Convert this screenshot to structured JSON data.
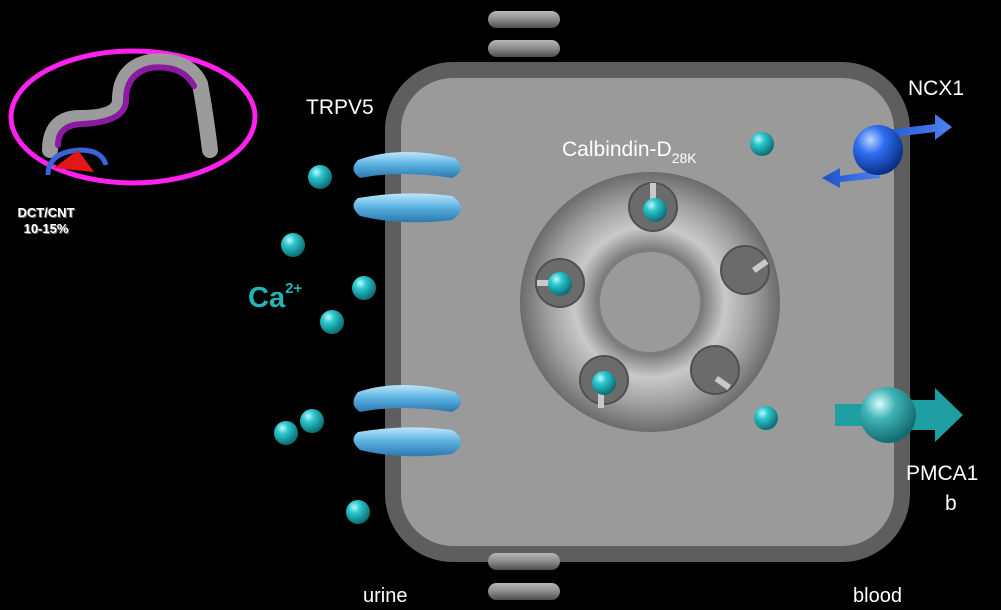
{
  "labels": {
    "trpv5": "TRPV5",
    "calbindin_main": "Calbindin-D",
    "calbindin_sub": "28K",
    "ncx1": "NCX1",
    "pmca_line1": "PMCA1",
    "pmca_line2": "b",
    "urine": "urine",
    "blood": "blood",
    "ion_main": "Ca",
    "ion_charge": "2+",
    "segment_name": "DCT/CNT",
    "segment_percent": "10-15%"
  },
  "colors": {
    "background": "#000000",
    "cell_fill": "#9a9a9a",
    "cell_border": "#5e5e5e",
    "calcium_ion": "#1fb0b5",
    "trpv5_channel": "#5ab0dc",
    "ncx1_exchanger": "#1f5fe0",
    "pmca_pump": "#2aa6a8",
    "highlight_ring": "#ff22ee"
  },
  "icons": [
    "tight-junction-icon",
    "trpv5-channel-icon",
    "calcium-ion-icon",
    "calbindin-ring-icon",
    "ncx1-exchanger-icon",
    "pmca-pump-icon",
    "nephron-inset-icon"
  ]
}
